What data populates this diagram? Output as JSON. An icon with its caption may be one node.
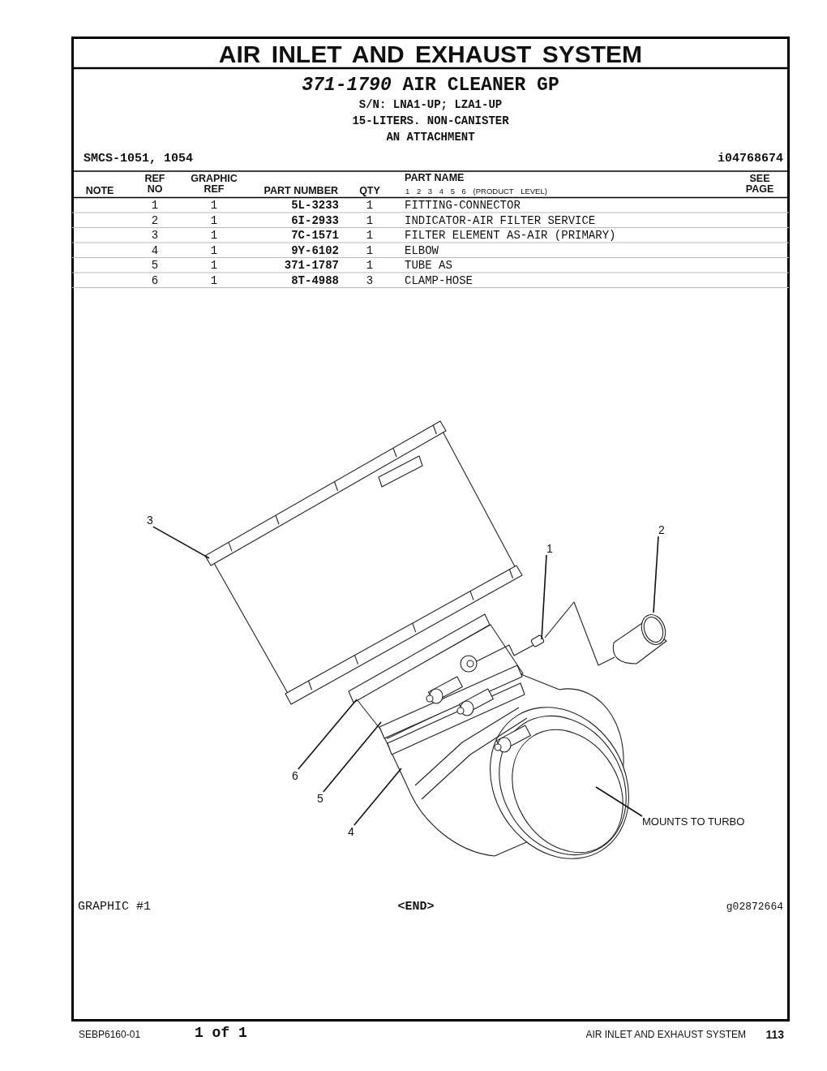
{
  "diagram": {
    "title": "AIR INLET AND EXHAUST SYSTEM",
    "nodes": [
      {
        "text": [
          "3"
        ]
      },
      {
        "text": [
          "2"
        ]
      },
      {
        "text": [
          "1"
        ]
      },
      {
        "text": [
          "6"
        ]
      },
      {
        "text": [
          "5"
        ]
      },
      {
        "text": [
          "4"
        ]
      },
      {
        "text": [
          "MOUNTS TO TURBO"
        ]
      }
    ],
    "edges": [
      {
        "from": 0,
        "to": null,
        "arrow": "none"
      },
      {
        "from": 1,
        "to": null,
        "arrow": "none"
      },
      {
        "from": 2,
        "to": null,
        "arrow": "none"
      },
      {
        "from": 3,
        "to": null,
        "arrow": "none"
      },
      {
        "from": 4,
        "to": null,
        "arrow": "none"
      },
      {
        "from": 5,
        "to": null,
        "arrow": "none"
      },
      {
        "from": 6,
        "to": null,
        "arrow": "none"
      }
    ],
    "labels": [
      "*371-1790* AIR CLEANER GP",
      "S/N: LNA1-UP; LZA1-UP",
      "15-LITERS. NON-CANISTER",
      "AN ATTACHMENT",
      "SMCS-1051, 1054",
      "i04768674",
      "NOTE",
      "REF NO",
      "GRAPHIC REF",
      "PART NUMBER",
      "QTY",
      "PART NAME",
      "1 2 3 4 5 6 (PRODUCT LEVEL)",
      "SEE PAGE",
      "1",
      "1",
      "5L-3233",
      "1",
      "FITTING-CONNECTOR",
      "2",
      "1",
      "6I-2933",
      "1",
      "INDICATOR-AIR FILTER SERVICE",
      "3",
      "1",
      "7C-1571",
      "1",
      "FILTER ELEMENT AS-AIR (PRIMARY)",
      "4",
      "1",
      "9Y-6102",
      "1",
      "ELBOW",
      "5",
      "1",
      "371-1787",
      "1",
      "TUBE AS",
      "6",
      "1",
      "8T-4988",
      "3",
      "CLAMP-HOSE",
      "GRAPHIC #1",
      "<END>",
      "g02872664",
      "SEBP6160-01",
      "1 of 1",
      "AIR INLET AND EXHAUST SYSTEM",
      "113"
    ]
  }
}
